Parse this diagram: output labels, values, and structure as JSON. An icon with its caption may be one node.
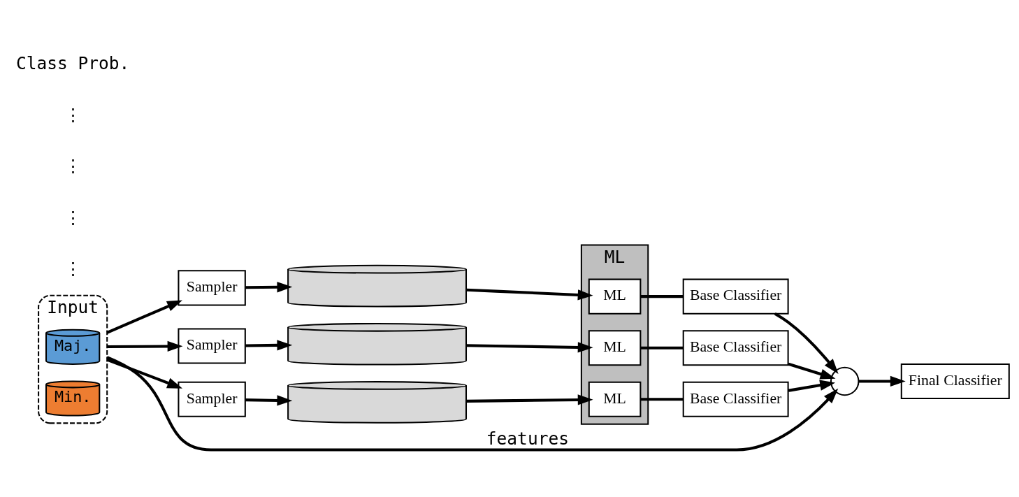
{
  "diagram": {
    "nodes": [
      {
        "text": [
          "Input"
        ]
      },
      {
        "text": [
          "Maj."
        ],
        "in": 0
      },
      {
        "text": [
          "Min."
        ],
        "in": 0
      },
      {
        "text": [
          "Sampler"
        ]
      },
      {
        "text": [
          "Sampler"
        ]
      },
      {
        "text": [
          "Sampler"
        ]
      },
      {
        "text": [],
        "shape": "cylinder"
      },
      {
        "text": [],
        "shape": "cylinder"
      },
      {
        "text": [],
        "shape": "cylinder"
      },
      {
        "text": [
          "ML"
        ]
      },
      {
        "text": [
          "ML"
        ],
        "in": 9
      },
      {
        "text": [
          "ML"
        ],
        "in": 9
      },
      {
        "text": [
          "ML"
        ],
        "in": 9
      },
      {
        "text": [
          "Base Classifier"
        ]
      },
      {
        "text": [
          "Base Classifier"
        ]
      },
      {
        "text": [
          "Base Classifier"
        ]
      },
      {
        "text": [],
        "shape": "circle"
      },
      {
        "text": [
          "Final Classifier"
        ]
      }
    ],
    "edges": [
      {
        "from": 0,
        "to": 16,
        "arrow": "to",
        "label": "features"
      },
      {
        "from": 0,
        "to": 3,
        "arrow": "to"
      },
      {
        "from": 0,
        "to": 4,
        "arrow": "to"
      },
      {
        "from": 0,
        "to": 5,
        "arrow": "to"
      },
      {
        "from": 3,
        "to": 6,
        "arrow": "to"
      },
      {
        "from": 4,
        "to": 7,
        "arrow": "to"
      },
      {
        "from": 5,
        "to": 8,
        "arrow": "to"
      },
      {
        "from": 6,
        "to": 10,
        "arrow": "to"
      },
      {
        "from": 7,
        "to": 11,
        "arrow": "to"
      },
      {
        "from": 8,
        "to": 12,
        "arrow": "to"
      },
      {
        "from": 10,
        "to": 13,
        "arrow": "none"
      },
      {
        "from": 11,
        "to": 14,
        "arrow": "none"
      },
      {
        "from": 12,
        "to": 15,
        "arrow": "none"
      },
      {
        "from": 13,
        "to": 16,
        "arrow": "to"
      },
      {
        "from": 14,
        "to": 16,
        "arrow": "to"
      },
      {
        "from": 15,
        "to": 16,
        "arrow": "to"
      },
      {
        "from": 16,
        "to": 17,
        "arrow": "to"
      }
    ],
    "labels": [
      "⋮",
      "⋮",
      "⋮",
      "⋮",
      "Class Prob."
    ]
  }
}
